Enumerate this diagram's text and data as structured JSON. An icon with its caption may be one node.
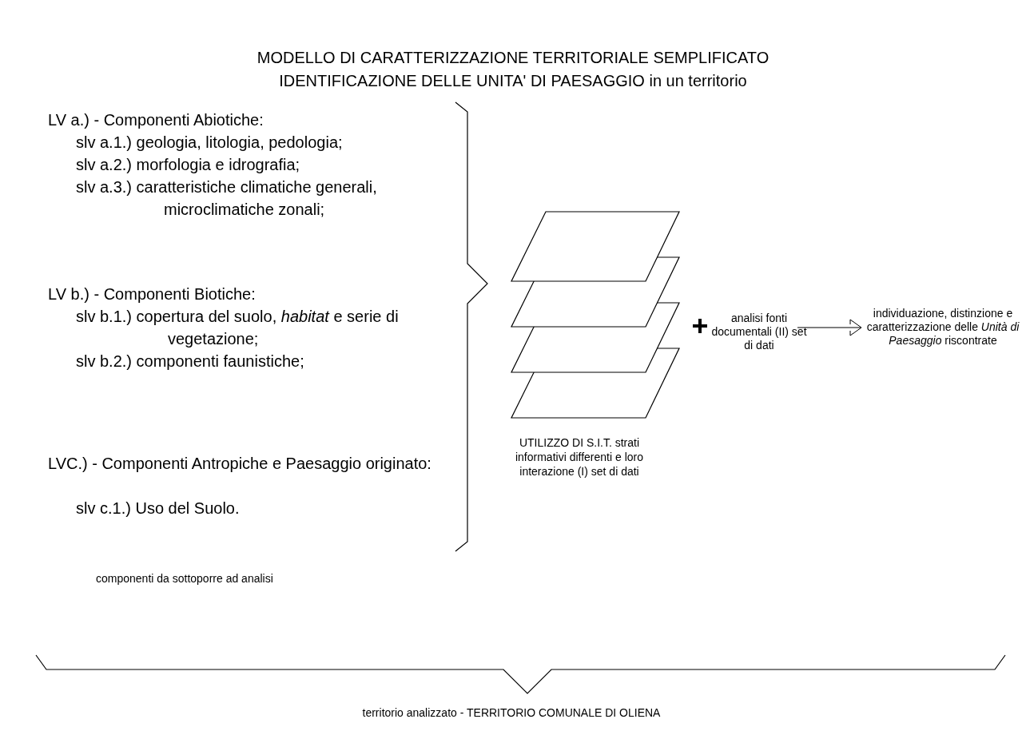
{
  "diagram": {
    "title": "MODELLO DI CARATTERIZZAZIONE TERRITORIALE SEMPLIFICATO IDENTIFICAZIONE DELLE UNITA' DI PAESAGGIO in un territorio",
    "nodes": [
      {
        "text": [
          "analisi fonti documentali (II) set di dati"
        ]
      },
      {
        "text": [
          "individuazione, distinzione e caratterizzazione delle *Unità di Paesaggio* riscontrate"
        ]
      }
    ],
    "edges": [
      {
        "from": 0,
        "to": 1,
        "arrow": "to"
      }
    ],
    "labels": [
      "LV a.) - Componenti Abiotiche:",
      "slv a.1.) geologia, litologia, pedologia;",
      "slv a.2.) morfologia e idrografia;",
      "slv a.3.) caratteristiche climatiche generali, microclimatiche zonali;",
      "LV b.) - Componenti Biotiche:",
      "slv b.1.) copertura del suolo, *habitat* e serie di vegetazione;",
      "slv b.2.) componenti faunistiche;",
      "LVC.) - Componenti Antropiche e Paesaggio originato:",
      "slv c.1.) Uso del Suolo.",
      "UTILIZZO DI S.I.T. strati informativi differenti e loro interazione (I) set di dati",
      "componenti da sottoporre ad analisi",
      "territorio analizzato - TERRITORIO COMUNALE DI OLIENA"
    ]
  }
}
